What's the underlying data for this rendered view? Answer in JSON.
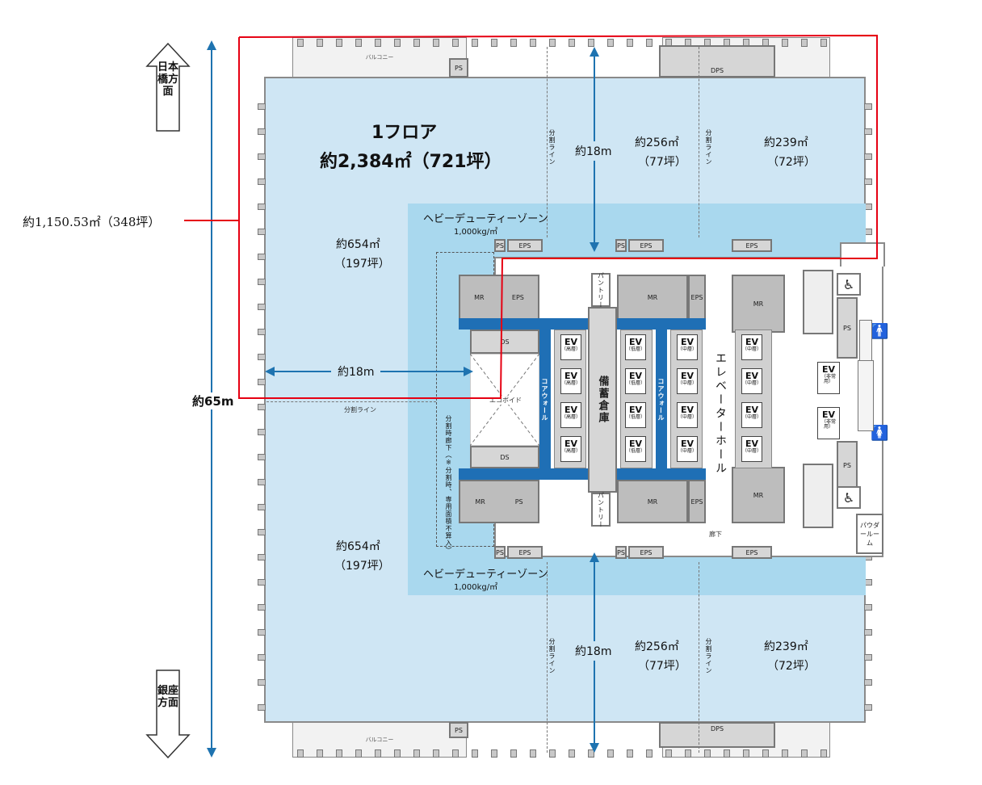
{
  "direction": {
    "north": "日本橋方面",
    "south": "銀座方面"
  },
  "dimensions": {
    "height": "約65m",
    "width_west": "約18m",
    "depth_north": "約18m",
    "depth_south": "約18m"
  },
  "callout": {
    "area": "約1,150.53㎡（348坪）"
  },
  "floor_total": {
    "line1": "1フロア",
    "line2": "約2,384㎡（721坪）"
  },
  "zones": {
    "west_upper_area": "約654㎡",
    "west_upper_tsubo": "（197坪）",
    "west_lower_area": "約654㎡",
    "west_lower_tsubo": "（197坪）",
    "north_mid_area": "約256㎡",
    "north_mid_tsubo": "（77坪）",
    "north_east_area": "約239㎡",
    "north_east_tsubo": "（72坪）",
    "south_mid_area": "約256㎡",
    "south_mid_tsubo": "（77坪）",
    "south_east_area": "約239㎡",
    "south_east_tsubo": "（72坪）"
  },
  "heavy_duty": {
    "label": "ヘビーデューティーゾーン",
    "load": "1,000kg/㎡"
  },
  "lines": {
    "division": "分割ライン",
    "division_note": "分割時廊下（※分割時、専用面積不算入）"
  },
  "rooms": {
    "mr": "MR",
    "eps": "EPS",
    "ps": "PS",
    "ds": "DS",
    "dps": "DPS",
    "pantry": "パントリー",
    "void": "エコボイド",
    "storage": "備蓄倉庫",
    "core_wall": "コアウォール",
    "elevator_hall": "エレベーターホール",
    "corridor": "廊下",
    "powder_room": "パウダールーム",
    "balcony": "バルコニー"
  },
  "elevators": {
    "label": "EV",
    "high": "（高層）",
    "low": "（低層）",
    "mid": "（中層）",
    "emergency": "（非常用）"
  },
  "colors": {
    "floor": "#cfe6f4",
    "heavy_duty": "#a9d8ee",
    "core_wall": "#1f6fb5",
    "highlight": "#e60012",
    "dimension": "#1e73b0"
  }
}
